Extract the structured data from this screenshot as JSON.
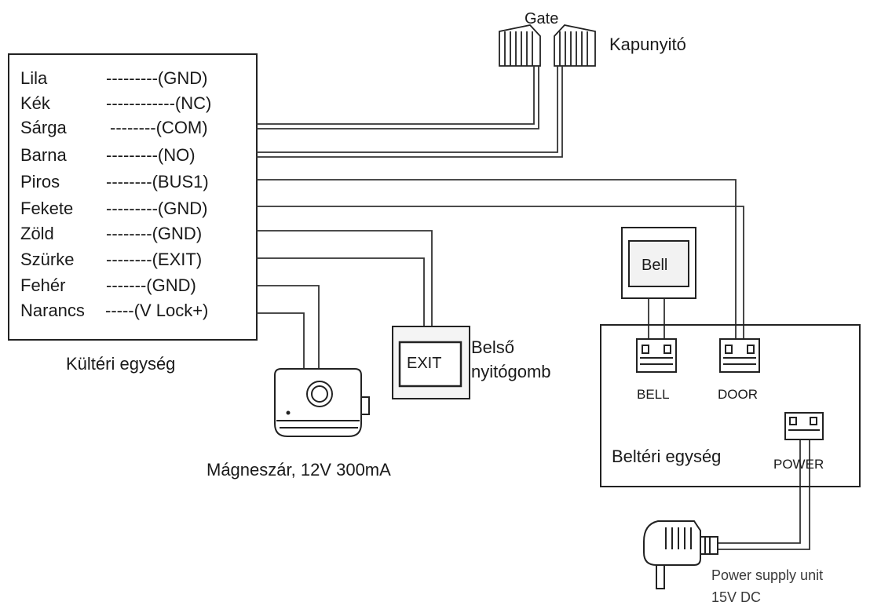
{
  "gate": {
    "label": "Gate",
    "opener_label": "Kapunyitó"
  },
  "outdoor_unit": {
    "label": "Kültéri egység",
    "wires": [
      {
        "name": "Lila",
        "signal": "---------(GND)"
      },
      {
        "name": "Kék",
        "signal": "------------(NC)"
      },
      {
        "name": "Sárga",
        "signal": "--------(COM)"
      },
      {
        "name": "Barna",
        "signal": "---------(NO)"
      },
      {
        "name": "Piros",
        "signal": "--------(BUS1)"
      },
      {
        "name": "Fekete",
        "signal": "---------(GND)"
      },
      {
        "name": "Zöld",
        "signal": "--------(GND)"
      },
      {
        "name": "Szürke",
        "signal": "--------(EXIT)"
      },
      {
        "name": "Fehér",
        "signal": "-------(GND)"
      },
      {
        "name": "Narancs",
        "signal": "-----(V Lock+)"
      }
    ]
  },
  "exit_button": {
    "face_label": "EXIT",
    "label_line1": "Belső",
    "label_line2": "nyitógomb"
  },
  "lock": {
    "label": "Mágneszár, 12V 300mA"
  },
  "bell": {
    "label": "Bell"
  },
  "indoor_unit": {
    "label": "Beltéri egység",
    "ports": {
      "bell": "BELL",
      "door": "DOOR",
      "power": "POWER"
    }
  },
  "power_supply": {
    "label_line1": "Power supply unit",
    "label_line2": "15V DC"
  }
}
